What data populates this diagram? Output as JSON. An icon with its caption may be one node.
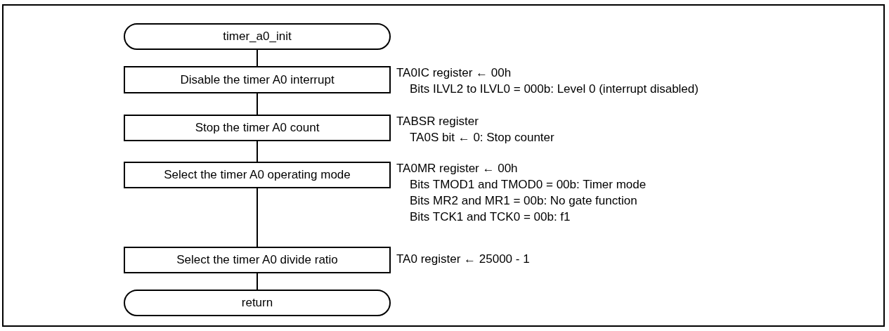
{
  "diagram": {
    "nodes": [
      {
        "text": [
          "timer_a0_init"
        ]
      },
      {
        "text": [
          "Disable the timer A0 interrupt"
        ],
        "beside": [
          "TA0IC register ← 00h",
          "Bits ILVL2 to ILVL0 = 000b: Level 0 (interrupt disabled)"
        ]
      },
      {
        "text": [
          "Stop the timer A0 count"
        ],
        "beside": [
          "TABSR register",
          "TA0S bit ← 0: Stop counter"
        ]
      },
      {
        "text": [
          "Select the timer A0 operating mode"
        ],
        "beside": [
          "TA0MR register ← 00h",
          "Bits TMOD1 and TMOD0 = 00b: Timer mode",
          "Bits MR2 and MR1 = 00b: No gate function",
          "Bits TCK1 and TCK0 = 00b: f1"
        ]
      },
      {
        "text": [
          "Select the timer A0 divide ratio"
        ],
        "beside": [
          "TA0 register ← 25000 - 1"
        ]
      },
      {
        "text": [
          "return"
        ]
      }
    ],
    "edges": [
      {
        "from": 0,
        "to": 1,
        "arrow": "none"
      },
      {
        "from": 1,
        "to": 2,
        "arrow": "none"
      },
      {
        "from": 2,
        "to": 3,
        "arrow": "none"
      },
      {
        "from": 3,
        "to": 4,
        "arrow": "none"
      },
      {
        "from": 4,
        "to": 5,
        "arrow": "none"
      }
    ]
  }
}
